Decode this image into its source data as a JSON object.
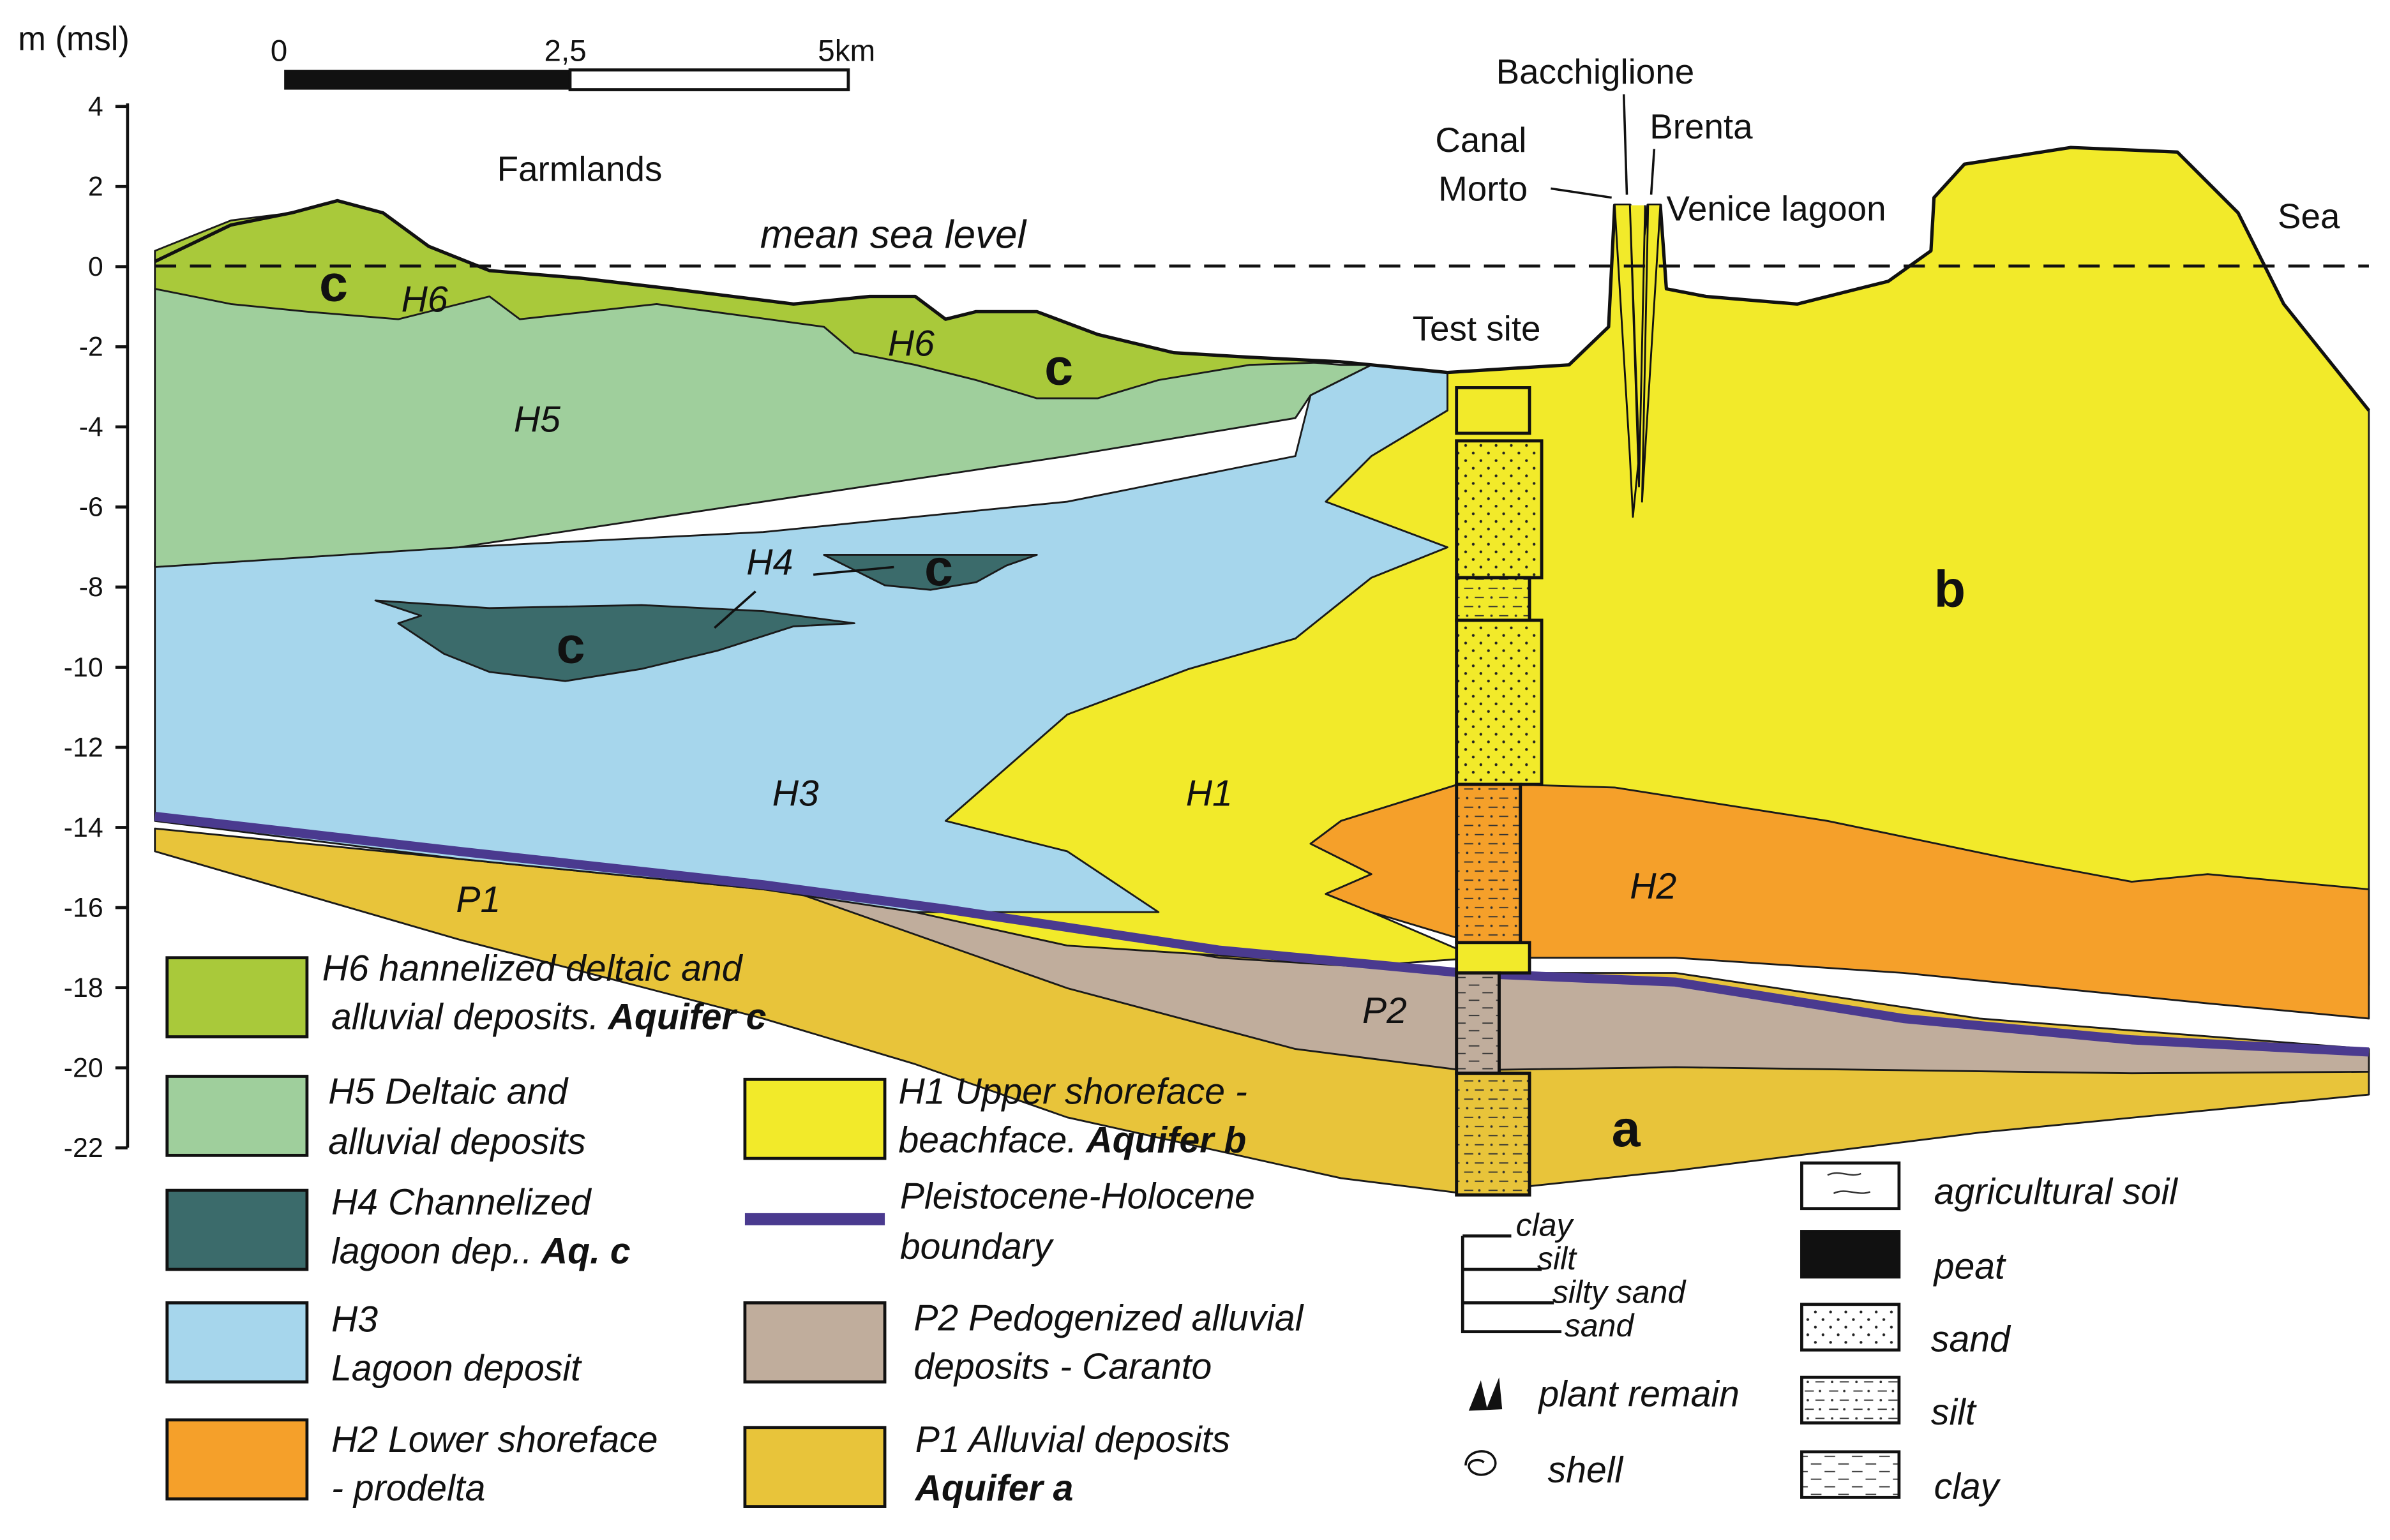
{
  "colors": {
    "H6": "#a9c93a",
    "H5": "#9fcf9c",
    "H4": "#3b6b6b",
    "H3": "#a6d6ec",
    "H2": "#f5a02a",
    "H1": "#f2ea2a",
    "P2": "#c0ad9c",
    "P1": "#e8c43a",
    "boundary": "#4a3a8f"
  },
  "axis": {
    "unit": "m (msl)",
    "ticks": [
      "4",
      "2",
      "0",
      "-2",
      "-4",
      "-6",
      "-8",
      "-10",
      "-12",
      "-14",
      "-16",
      "-18",
      "-20",
      "-22"
    ]
  },
  "scale": {
    "labels": [
      "0",
      "2,5",
      "5km"
    ]
  },
  "labels": {
    "farmlands": "Farmlands",
    "msl": "mean sea level",
    "bacchiglione": "Bacchiglione",
    "canal1": "Canal",
    "canal2": "Morto",
    "brenta": "Brenta",
    "lagoon": "Venice lagoon",
    "sea": "Sea",
    "testsite": "Test site"
  },
  "units_on_section": {
    "H6": "H6",
    "H5": "H5",
    "H4": "H4",
    "H3": "H3",
    "H2": "H2",
    "H1": "H1",
    "P1": "P1",
    "P2": "P2",
    "a": "a",
    "b": "b",
    "c": "c"
  },
  "legend": {
    "H6": {
      "line1": "H6 hannelized deltaic and",
      "line2": "alluvial deposits.",
      "bold2": "Aquifer c"
    },
    "H5": {
      "line1": "H5 Deltaic and",
      "line2": "alluvial deposits"
    },
    "H4": {
      "line1": "H4 Channelized",
      "line2": "lagoon dep..",
      "bold2": "Aq. c"
    },
    "H3": {
      "line1": "H3",
      "line2": "Lagoon deposit"
    },
    "H2": {
      "line1": "H2 Lower shoreface",
      "line2": "- prodelta"
    },
    "H1": {
      "line1": "H1 Upper shoreface -",
      "line2": "beachface.",
      "bold2": "Aquifer b"
    },
    "boundary": {
      "line1": "Pleistocene-Holocene",
      "line2": "boundary"
    },
    "P2": {
      "line1": "P2 Pedogenized alluvial",
      "line2": "deposits - Caranto"
    },
    "P1": {
      "line1": "P1 Alluvial deposits",
      "bold2": "Aquifer a"
    }
  },
  "grain_scale": [
    "clay",
    "silt",
    "silty sand",
    "sand"
  ],
  "symbols": {
    "plant": "plant remain",
    "shell": "shell"
  },
  "lithology": [
    "agricultural soil",
    "peat",
    "sand",
    "silt",
    "clay"
  ]
}
